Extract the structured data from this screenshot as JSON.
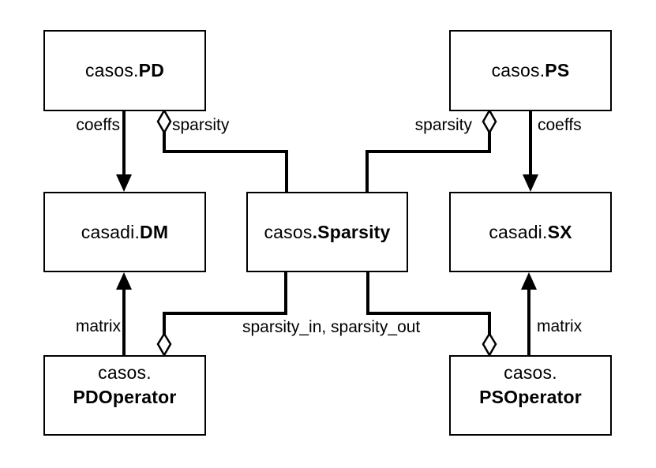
{
  "boxes": {
    "pd": {
      "prefix": "casos.",
      "name": "PD"
    },
    "ps": {
      "prefix": "casos.",
      "name": "PS"
    },
    "dm": {
      "prefix": "casadi.",
      "name": "DM"
    },
    "sparsity": {
      "prefix": "casos",
      "name": ".Sparsity"
    },
    "sx": {
      "prefix": "casadi.",
      "name": "SX"
    },
    "pd_operator": {
      "prefix": "casos.",
      "name": "PDOperator"
    },
    "ps_operator": {
      "prefix": "casos.",
      "name": "PSOperator"
    }
  },
  "edge_labels": {
    "pd_coeffs": "coeffs",
    "pd_sparsity": "sparsity",
    "ps_sparsity": "sparsity",
    "ps_coeffs": "coeffs",
    "pd_operator_matrix": "matrix",
    "ps_operator_matrix": "matrix",
    "operator_sparsity": "sparsity_in, sparsity_out"
  },
  "colors": {
    "background": "#ffffff",
    "line": "#000000",
    "box_fill": "#ffffff",
    "text": "#000000"
  }
}
